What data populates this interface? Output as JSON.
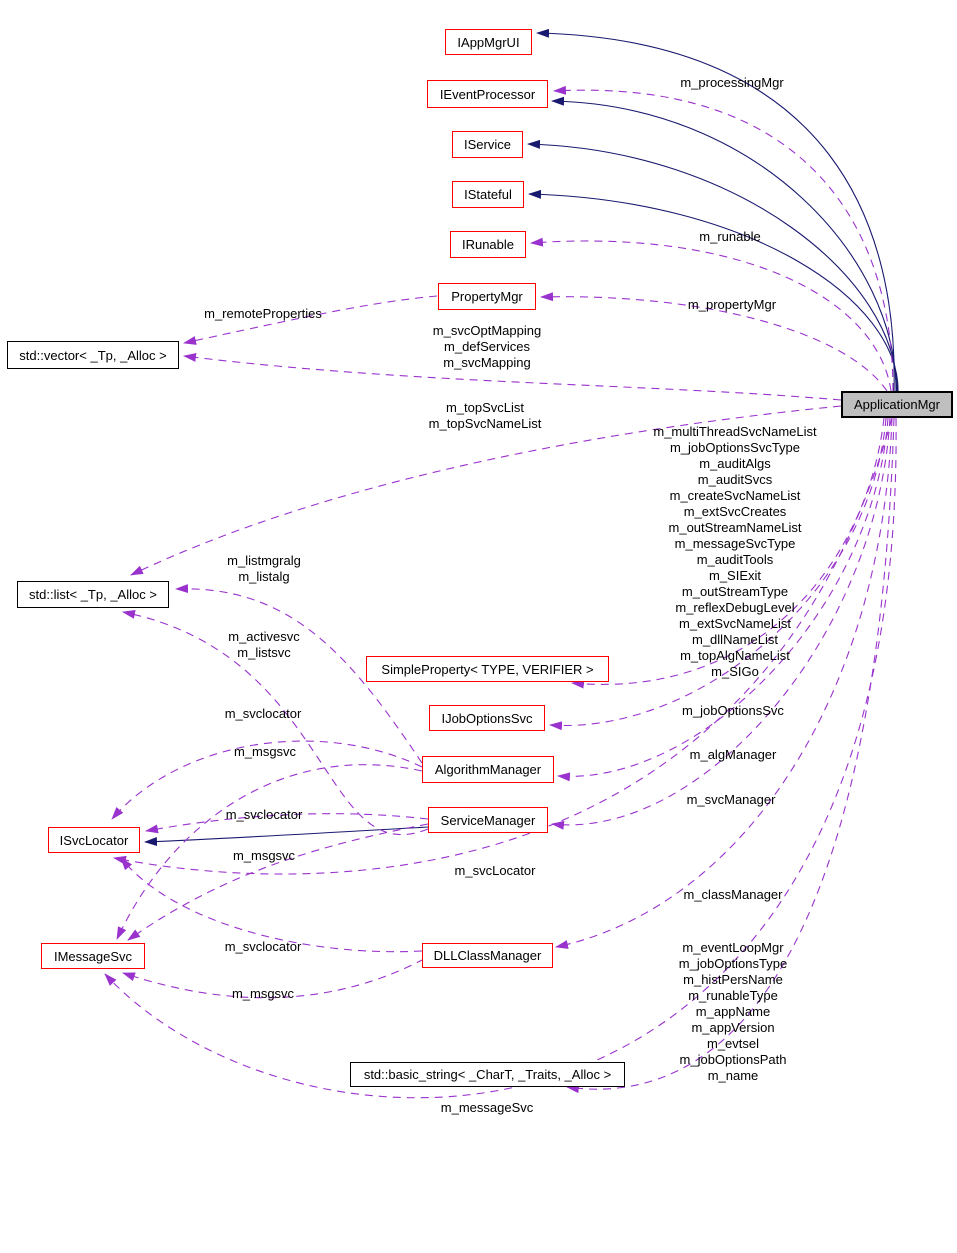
{
  "diagram": {
    "type": "collaboration-graph",
    "main_class": "ApplicationMgr",
    "colors": {
      "inheritance_edge": "#191970",
      "usage_edge": "#9a32cd",
      "class_node_border": "#ff0000",
      "template_node_border": "#000000",
      "main_node_fill": "#bfbfbf",
      "background": "#ffffff"
    },
    "nodes": [
      {
        "label": "IAppMgrUI"
      },
      {
        "label": "IEventProcessor"
      },
      {
        "label": "IService"
      },
      {
        "label": "IStateful"
      },
      {
        "label": "IRunable"
      },
      {
        "label": "PropertyMgr"
      },
      {
        "label": "std::vector< _Tp, _Alloc >"
      },
      {
        "label": "ApplicationMgr"
      },
      {
        "label": "std::list< _Tp, _Alloc >"
      },
      {
        "label": "SimpleProperty< TYPE, VERIFIER >"
      },
      {
        "label": "IJobOptionsSvc"
      },
      {
        "label": "AlgorithmManager"
      },
      {
        "label": "ServiceManager"
      },
      {
        "label": "ISvcLocator"
      },
      {
        "label": "IMessageSvc"
      },
      {
        "label": "DLLClassManager"
      },
      {
        "label": "std::basic_string< _CharT, _Traits, _Alloc >"
      }
    ],
    "edge_labels": [
      {
        "text": "m_processingMgr"
      },
      {
        "text": "m_runable"
      },
      {
        "text": "m_propertyMgr"
      },
      {
        "text": "m_remoteProperties"
      },
      {
        "text": "m_svcOptMapping\nm_defServices\nm_svcMapping"
      },
      {
        "text": "m_topSvcList\nm_topSvcNameList"
      },
      {
        "text": "m_multiThreadSvcNameList\nm_jobOptionsSvcType\nm_auditAlgs\nm_auditSvcs\nm_createSvcNameList\nm_extSvcCreates\nm_outStreamNameList\nm_messageSvcType\nm_auditTools\nm_SIExit\nm_outStreamType\nm_reflexDebugLevel\nm_extSvcNameList\nm_dllNameList\nm_topAlgNameList\nm_SIGo"
      },
      {
        "text": "m_listmgralg\nm_listalg"
      },
      {
        "text": "m_activesvc\nm_listsvc"
      },
      {
        "text": "m_svclocator"
      },
      {
        "text": "m_msgsvc"
      },
      {
        "text": "m_svclocator"
      },
      {
        "text": "m_msgsvc"
      },
      {
        "text": "m_svcLocator"
      },
      {
        "text": "m_jobOptionsSvc"
      },
      {
        "text": "m_algManager"
      },
      {
        "text": "m_svcManager"
      },
      {
        "text": "m_classManager"
      },
      {
        "text": "m_eventLoopMgr\nm_jobOptionsType\nm_histPersName\nm_runableType\nm_appName\nm_appVersion\nm_evtsel\nm_jobOptionsPath\nm_name"
      },
      {
        "text": "m_svclocator"
      },
      {
        "text": "m_msgsvc"
      },
      {
        "text": "m_messageSvc"
      }
    ]
  }
}
